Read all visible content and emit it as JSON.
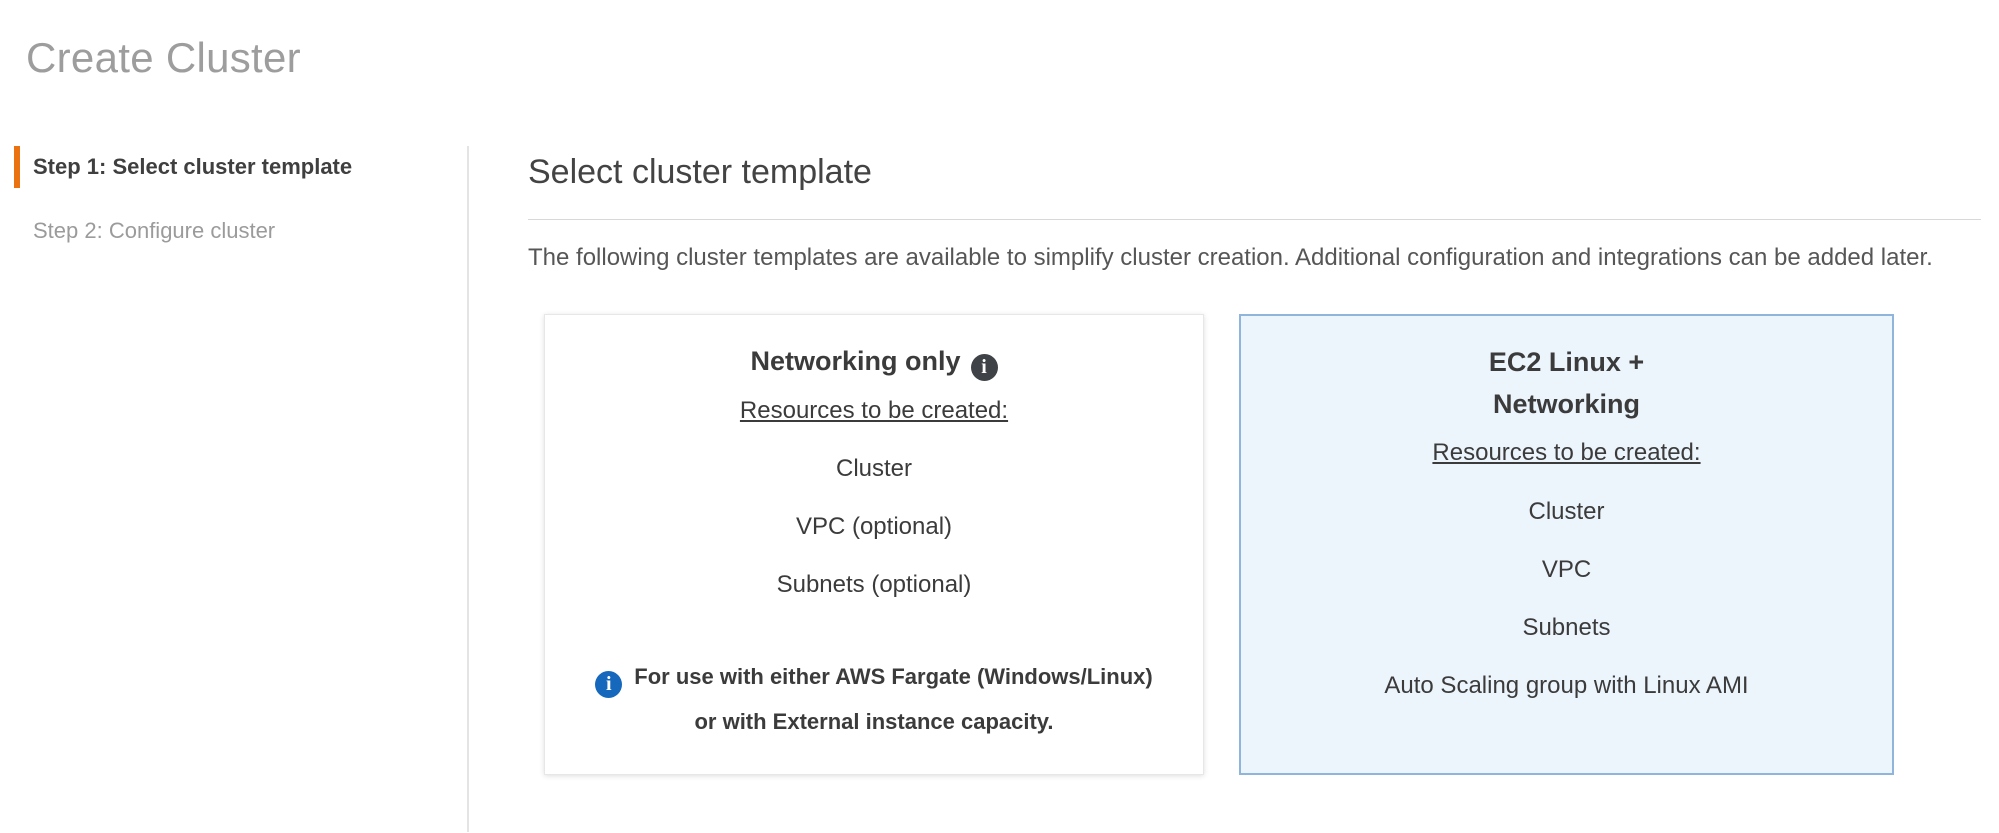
{
  "colors": {
    "accent_orange": "#eb7211",
    "title_gray": "#9d9d9d",
    "text_dark": "#3f3f3f",
    "text_muted": "#9b9b9b",
    "heading_color": "#434343",
    "rule_color": "#d8d8d8",
    "paragraph_gray": "#565656",
    "divider": "#e4e4e4",
    "card_border": "#e7e7e7",
    "card_text": "#3b3b3b",
    "selected_card_bg": "#ecf4fc",
    "selected_card_border": "#8fb5da",
    "info_icon_dark": "#3f4246",
    "info_icon_blue": "#1668bd"
  },
  "icons": {
    "info_glyph": "i"
  },
  "page": {
    "title": "Create Cluster"
  },
  "wizard_steps": [
    {
      "label": "Step 1: Select cluster template",
      "state": "active"
    },
    {
      "label": "Step 2: Configure cluster",
      "state": "upcoming"
    }
  ],
  "main": {
    "heading": "Select cluster template",
    "description": "The following cluster templates are available to simplify cluster creation. Additional configuration and integrations can be added later.",
    "templates": [
      {
        "name": "Networking only",
        "selected": false,
        "resources_label": "Resources to be created:",
        "resources": [
          "Cluster",
          "VPC (optional)",
          "Subnets (optional)"
        ],
        "note_line1": "For use with either AWS Fargate (Windows/Linux)",
        "note_line2": "or with External instance capacity."
      },
      {
        "name_line1": "EC2 Linux +",
        "name_line2": "Networking",
        "selected": true,
        "resources_label": "Resources to be created:",
        "resources": [
          "Cluster",
          "VPC",
          "Subnets",
          "Auto Scaling group with Linux AMI"
        ]
      }
    ]
  }
}
